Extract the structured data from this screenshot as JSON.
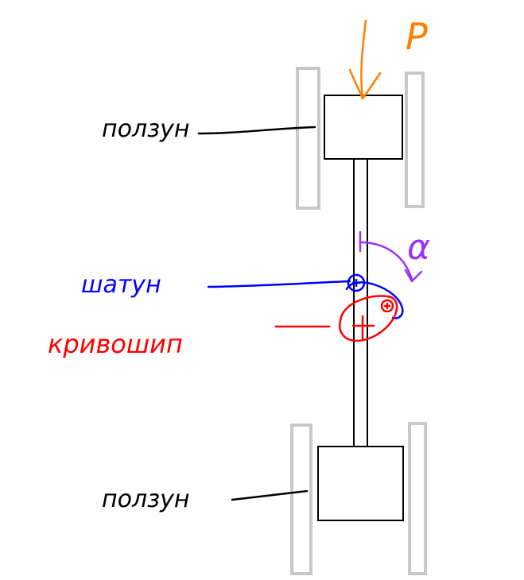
{
  "labels": {
    "slider_top": "ползун",
    "connecting_rod": "шатун",
    "crank": "кривошип",
    "slider_bottom": "ползун",
    "force": "P",
    "angle": "α"
  },
  "colors": {
    "guide": "#c8c8c8",
    "structure": "#000000",
    "force": "#ff7f00",
    "angle": "#9b30ff",
    "rod_label": "#0000ff",
    "crank_label": "#ff0000"
  },
  "icons": {
    "force": "down-arrow",
    "pivot": "circle-with-cross"
  }
}
